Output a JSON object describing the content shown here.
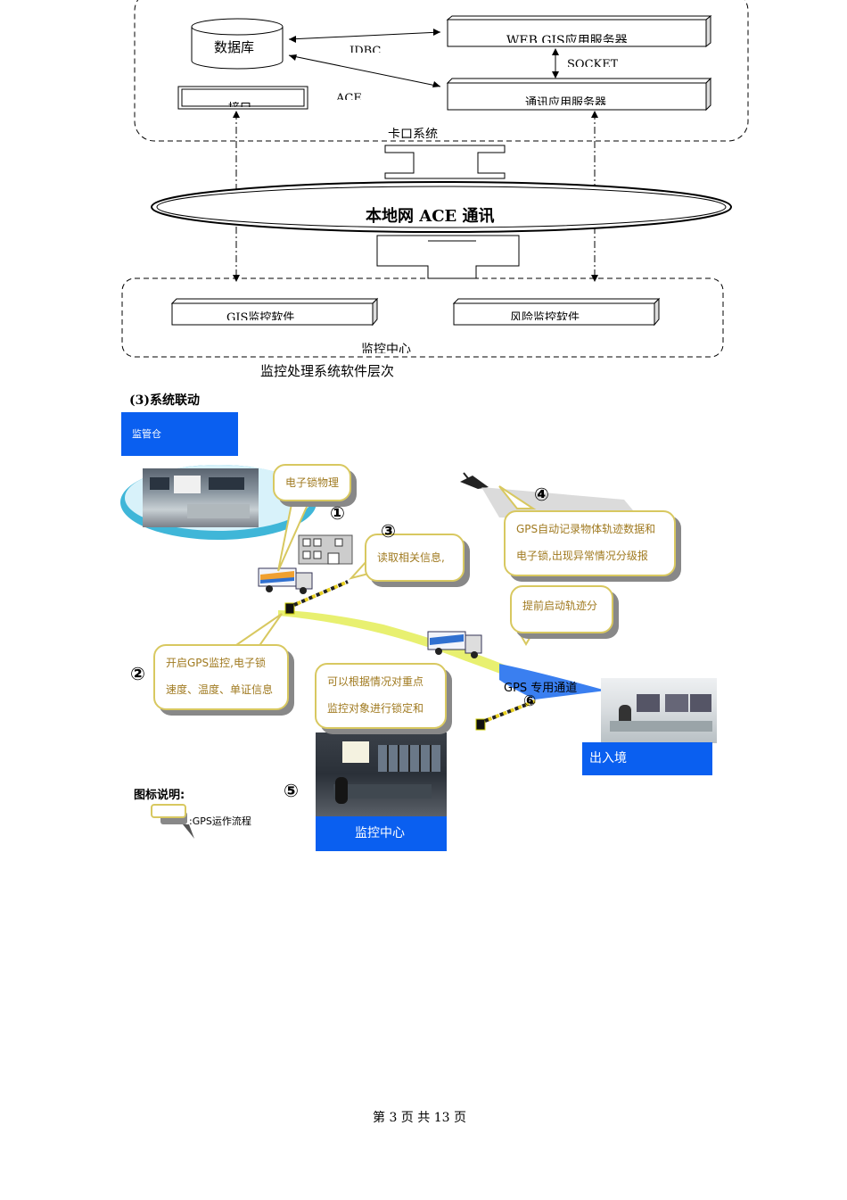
{
  "diagram": {
    "database_label": "数据库",
    "jdbc_label": "JDBC",
    "ace_label": "ACE",
    "interface_label": "接口",
    "webgis_label": "WEB GIS应用服务器",
    "socket_label": "SOCKET",
    "comm_label": "通讯应用服务器",
    "subsystem_label": "卡口系统",
    "network_label": "本地网 ACE 通讯",
    "gis_monitor_label": "GIS监控软件",
    "risk_monitor_label": "风险监控软件",
    "center_label": "监控中心",
    "caption": "监控处理系统软件层次"
  },
  "section": {
    "heading": "(3)系统联动"
  },
  "flow": {
    "warehouse_label": "监管仓",
    "callout_lock": "电子锁物理",
    "callout_read": "读取相关信息,",
    "callout_gps_line1": "GPS自动记录物体轨迹数据和",
    "callout_gps_line2": "电子锁,出现异常情况分级报",
    "callout_track": "提前启动轨迹分",
    "callout_start_line1": "开启GPS监控,电子锁",
    "callout_start_line2": "速度、温度、单证信息",
    "callout_lockdown_line1": "可以根据情况对重点",
    "callout_lockdown_line2": "监控对象进行锁定和",
    "channel_label": "GPS 专用通道",
    "border_label": "出入境",
    "center_label": "监控中心",
    "n1": "①",
    "n2": "②",
    "n3": "③",
    "n4": "④",
    "n5": "⑤",
    "n6": "⑥",
    "legend_title": "图标说明:",
    "legend_item": ":GPS运作流程"
  },
  "footer": {
    "page": "第 3 页 共 13 页"
  },
  "colors": {
    "accent_blue": "#0a5ff0",
    "callout_border": "#d8c860",
    "callout_text": "#a07a20",
    "channel_yellow": "#e8f070",
    "channel_blue": "#3a7ff0"
  }
}
